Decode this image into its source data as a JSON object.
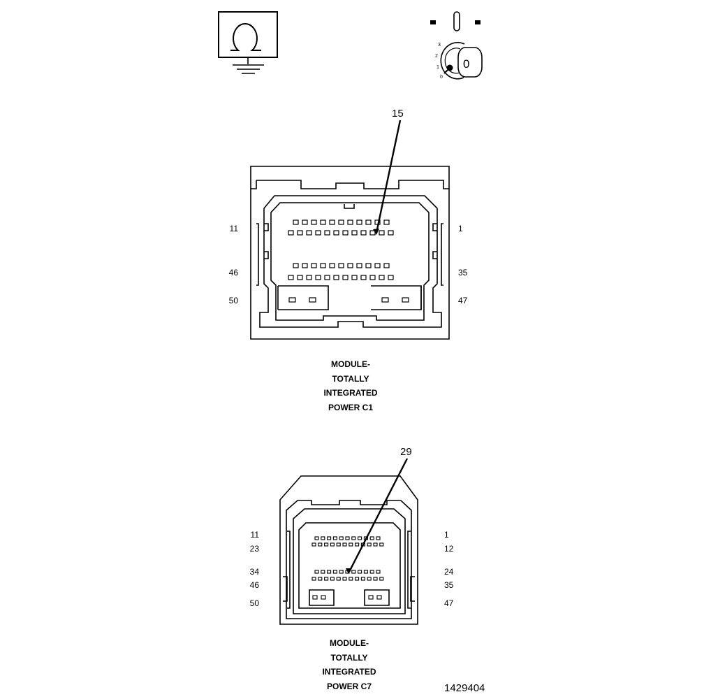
{
  "symbols": {
    "ground": "ground-icon",
    "ignition": "ignition-switch-icon",
    "ignition_positions": [
      "3",
      "2",
      "1",
      "0"
    ],
    "ignition_key_label": "0"
  },
  "connector_c1": {
    "callout": "15",
    "pins_left": [
      "11",
      "46",
      "50"
    ],
    "pins_right": [
      "1",
      "35",
      "47"
    ],
    "caption_lines": [
      "MODULE-",
      "TOTALLY",
      "INTEGRATED",
      "POWER C1"
    ]
  },
  "connector_c7": {
    "callout": "29",
    "pins_left": [
      "11",
      "23",
      "34",
      "46",
      "50"
    ],
    "pins_right": [
      "1",
      "12",
      "24",
      "35",
      "47"
    ],
    "caption_lines": [
      "MODULE-",
      "TOTALLY",
      "INTEGRATED",
      "POWER C7"
    ]
  },
  "figure_id": "1429404"
}
